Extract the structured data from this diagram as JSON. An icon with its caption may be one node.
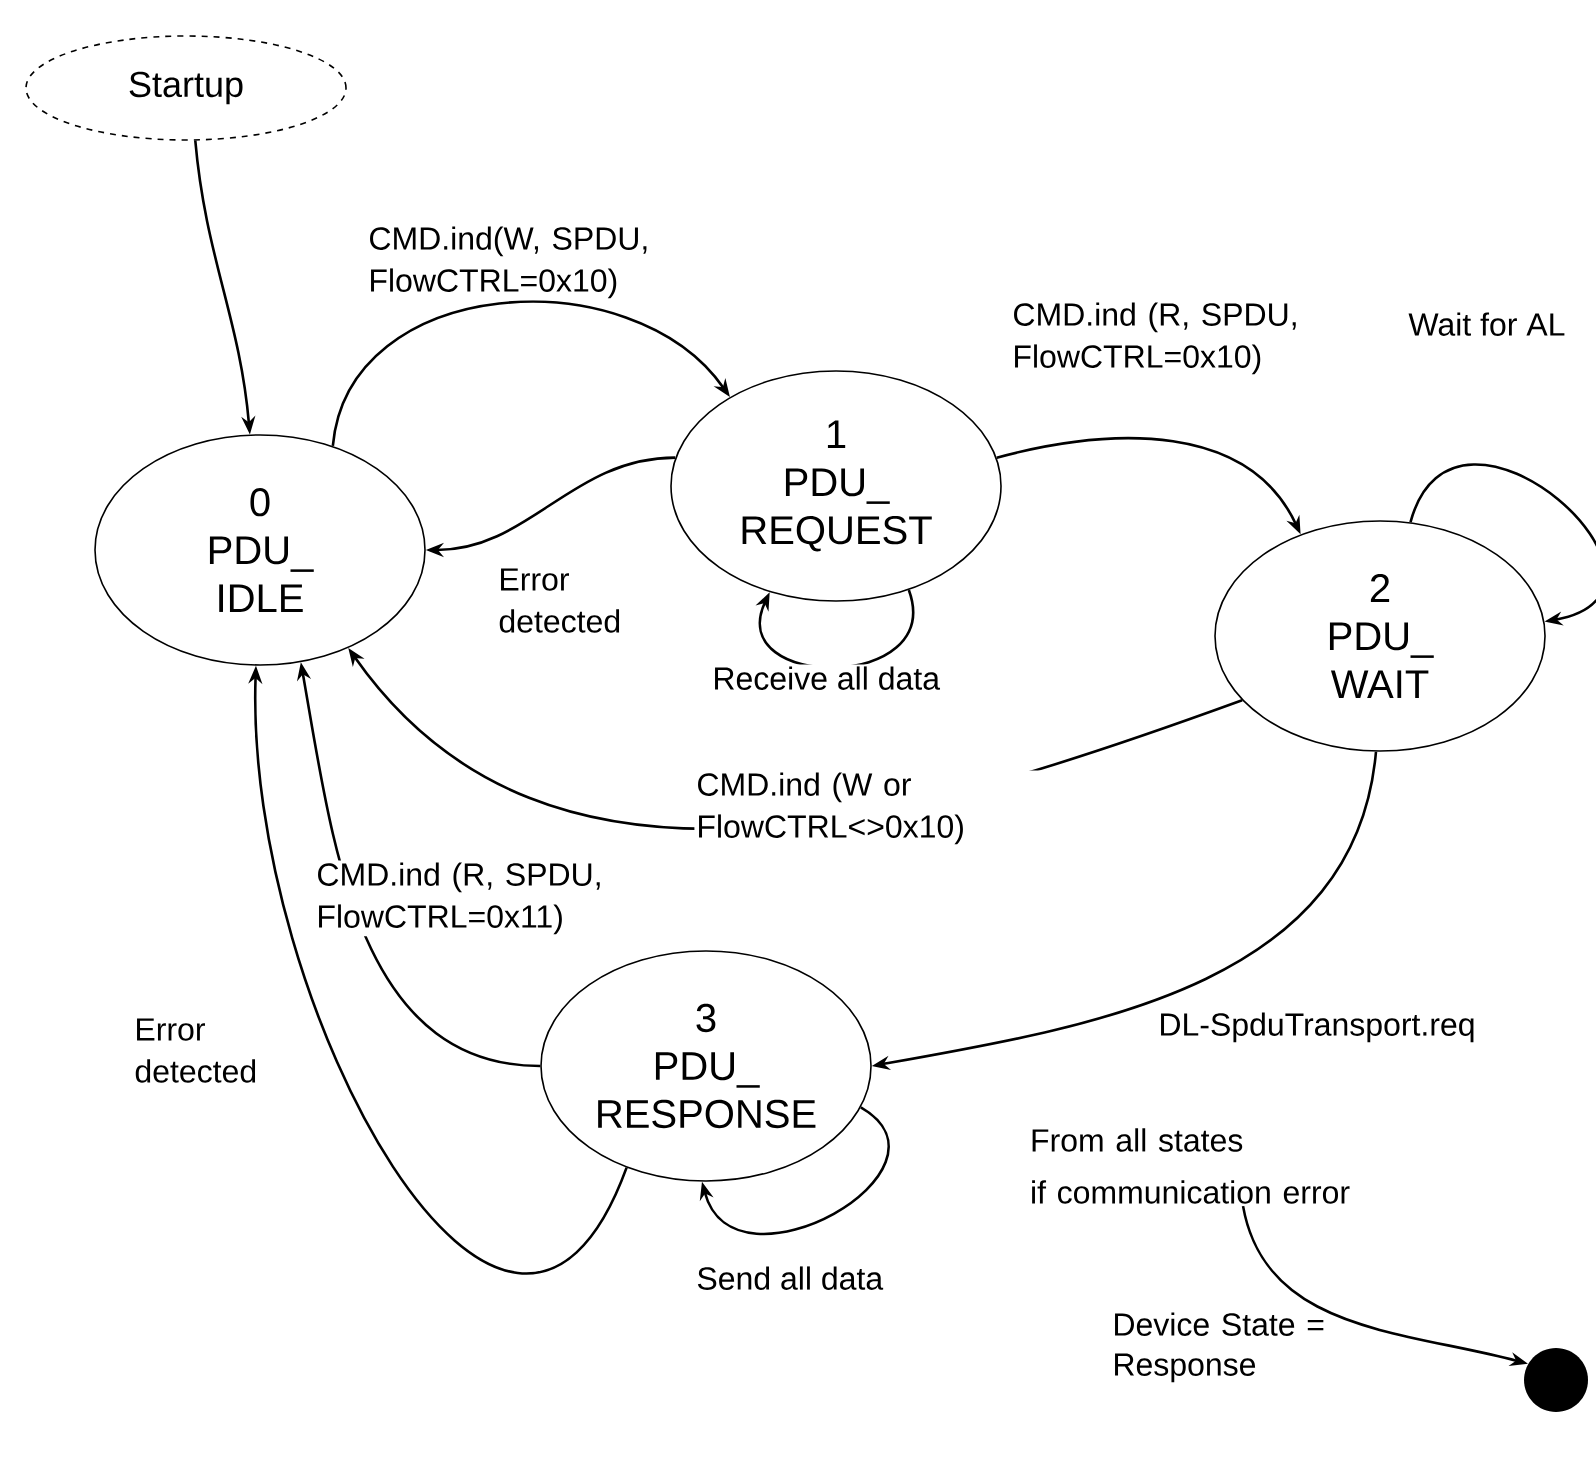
{
  "diagram": {
    "nodes": [
      {
        "text": [
          "Startup"
        ]
      },
      {
        "text": [
          "0",
          "PDU_ IDLE"
        ]
      },
      {
        "text": [
          "1",
          "PDU_ REQUEST"
        ]
      },
      {
        "text": [
          "2",
          "PDU_ WAIT"
        ]
      },
      {
        "text": [
          "3",
          "PDU_ RESPONSE"
        ]
      },
      {
        "text": [
          "From all states",
          "if communication error"
        ]
      },
      {
        "text": [],
        "shape": "circle"
      }
    ],
    "edges": [
      {
        "from": 0,
        "to": 1,
        "arrow": "to"
      },
      {
        "from": 1,
        "to": 2,
        "arrow": "to",
        "label": "CMD.ind(W, SPDU, FlowCTRL=0x10)"
      },
      {
        "from": 2,
        "to": 1,
        "arrow": "to",
        "label": "Error detected"
      },
      {
        "from": 2,
        "to": 2,
        "arrow": "to",
        "label": "Receive all data"
      },
      {
        "from": 2,
        "to": 3,
        "arrow": "to",
        "label": "CMD.ind (R, SPDU, FlowCTRL=0x10)"
      },
      {
        "from": 3,
        "to": 3,
        "arrow": "to",
        "label": "Wait for AL"
      },
      {
        "from": 3,
        "to": 1,
        "arrow": "to",
        "label": "CMD.ind (W or FlowCTRL<>0x10)"
      },
      {
        "from": 3,
        "to": 4,
        "arrow": "to",
        "label": "DL-SpduTransport.req"
      },
      {
        "from": 4,
        "to": 1,
        "arrow": "to",
        "label": "CMD.ind (R, SPDU, FlowCTRL=0x11)"
      },
      {
        "from": 4,
        "to": 1,
        "arrow": "to",
        "label": "Error detected"
      },
      {
        "from": 4,
        "to": 4,
        "arrow": "to",
        "label": "Send all data"
      },
      {
        "from": 5,
        "to": 6,
        "arrow": "to"
      }
    ],
    "labels": [
      "Device State = Response"
    ]
  }
}
